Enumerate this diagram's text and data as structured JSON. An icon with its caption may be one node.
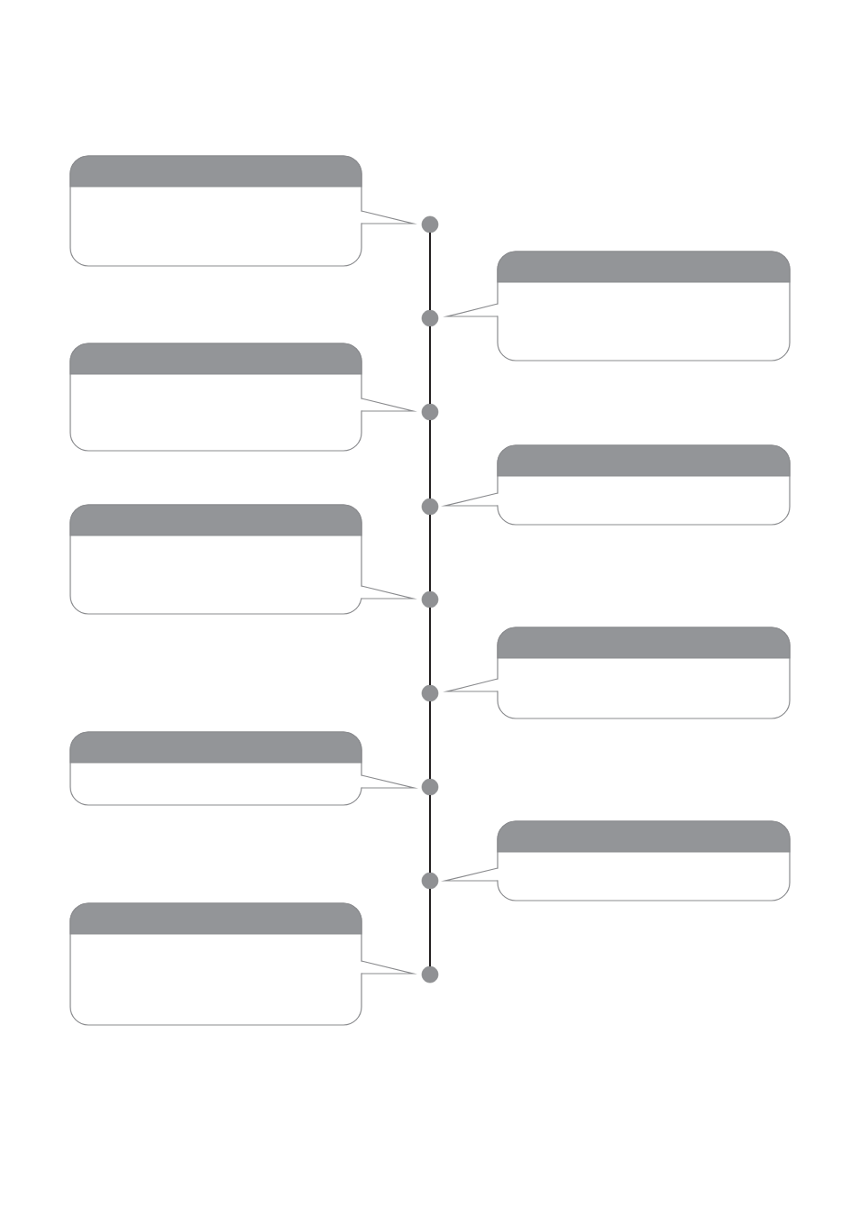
{
  "diagram": {
    "nodes": [
      {
        "text": [],
        "shape": "circle"
      },
      {
        "text": [],
        "shape": "circle"
      },
      {
        "text": [],
        "shape": "circle"
      },
      {
        "text": [],
        "shape": "circle"
      },
      {
        "text": [],
        "shape": "circle"
      },
      {
        "text": [],
        "shape": "circle"
      },
      {
        "text": [],
        "shape": "circle"
      },
      {
        "text": [],
        "shape": "circle"
      },
      {
        "text": [],
        "shape": "circle"
      },
      {
        "text": [],
        "shape": "box"
      },
      {
        "text": [],
        "shape": "box"
      },
      {
        "text": [],
        "shape": "box"
      },
      {
        "text": [],
        "shape": "box"
      },
      {
        "text": [],
        "shape": "box"
      },
      {
        "text": [],
        "shape": "box"
      },
      {
        "text": [],
        "shape": "box"
      },
      {
        "text": [],
        "shape": "box"
      },
      {
        "text": [],
        "shape": "box"
      }
    ],
    "edges": [
      {
        "from": 0,
        "to": 1,
        "arrow": "none"
      },
      {
        "from": 1,
        "to": 2,
        "arrow": "none"
      },
      {
        "from": 2,
        "to": 3,
        "arrow": "none"
      },
      {
        "from": 3,
        "to": 4,
        "arrow": "none"
      },
      {
        "from": 4,
        "to": 5,
        "arrow": "none"
      },
      {
        "from": 5,
        "to": 6,
        "arrow": "none"
      },
      {
        "from": 6,
        "to": 7,
        "arrow": "none"
      },
      {
        "from": 7,
        "to": 8,
        "arrow": "none"
      }
    ]
  }
}
